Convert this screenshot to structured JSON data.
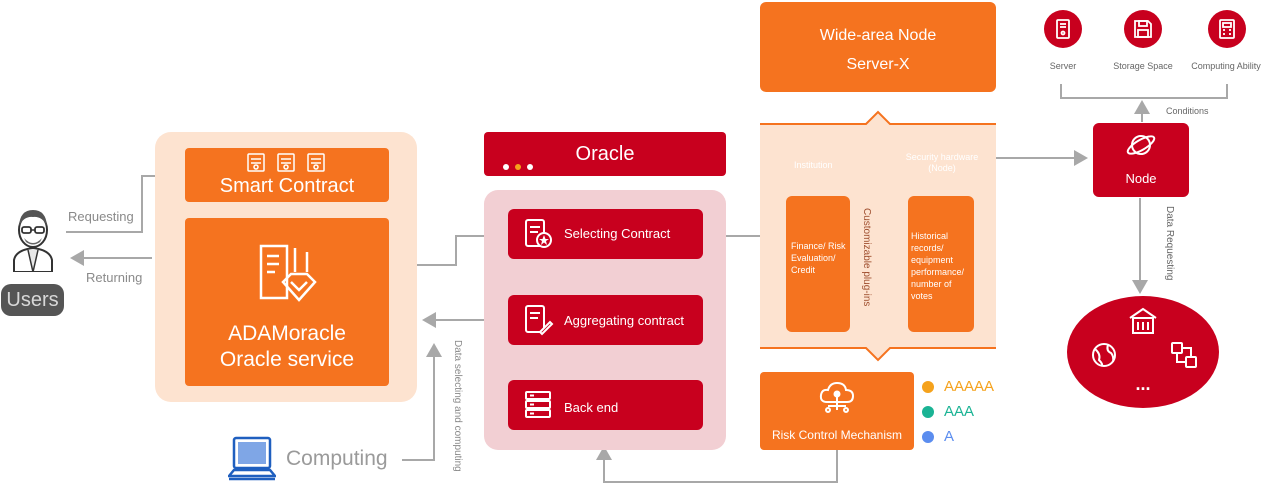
{
  "users": {
    "label": "Users",
    "requesting": "Requesting",
    "returning": "Returning"
  },
  "adam": {
    "smart_contract": "Smart Contract",
    "service_line1": "ADAMoracle",
    "service_line2": "Oracle service"
  },
  "computing": {
    "label": "Computing",
    "data_selecting": "Data selecting and computing"
  },
  "oracle": {
    "title": "Oracle",
    "selecting": "Selecting Contract",
    "aggregating": "Aggregating contract",
    "backend": "Back end"
  },
  "wide_area": {
    "line1": "Wide-area Node",
    "line2": "Server-X"
  },
  "plugins": {
    "institution": "Institution",
    "security": "Security hardware (Node)",
    "finance": "Finance/ Risk Evaluation/ Credit",
    "historical": "Historical records/ equipment performance/ number of votes",
    "customizable": "Customizable plug-ins"
  },
  "risk": {
    "label": "Risk Control Mechanism"
  },
  "legend": [
    {
      "label": "AAAAA",
      "color": "#f5a21c"
    },
    {
      "label": "AAA",
      "color": "#1ab394"
    },
    {
      "label": "A",
      "color": "#5b8def"
    }
  ],
  "resources": {
    "server": "Server",
    "storage": "Storage Space",
    "computing": "Computing Ability",
    "conditions": "Conditions"
  },
  "node": {
    "label": "Node",
    "data_requesting": "Data Requesting",
    "more": "..."
  },
  "colors": {
    "orange": "#f5731f",
    "red": "#c8001e",
    "peach": "#fde3d0",
    "pink": "#f2cfd3"
  }
}
